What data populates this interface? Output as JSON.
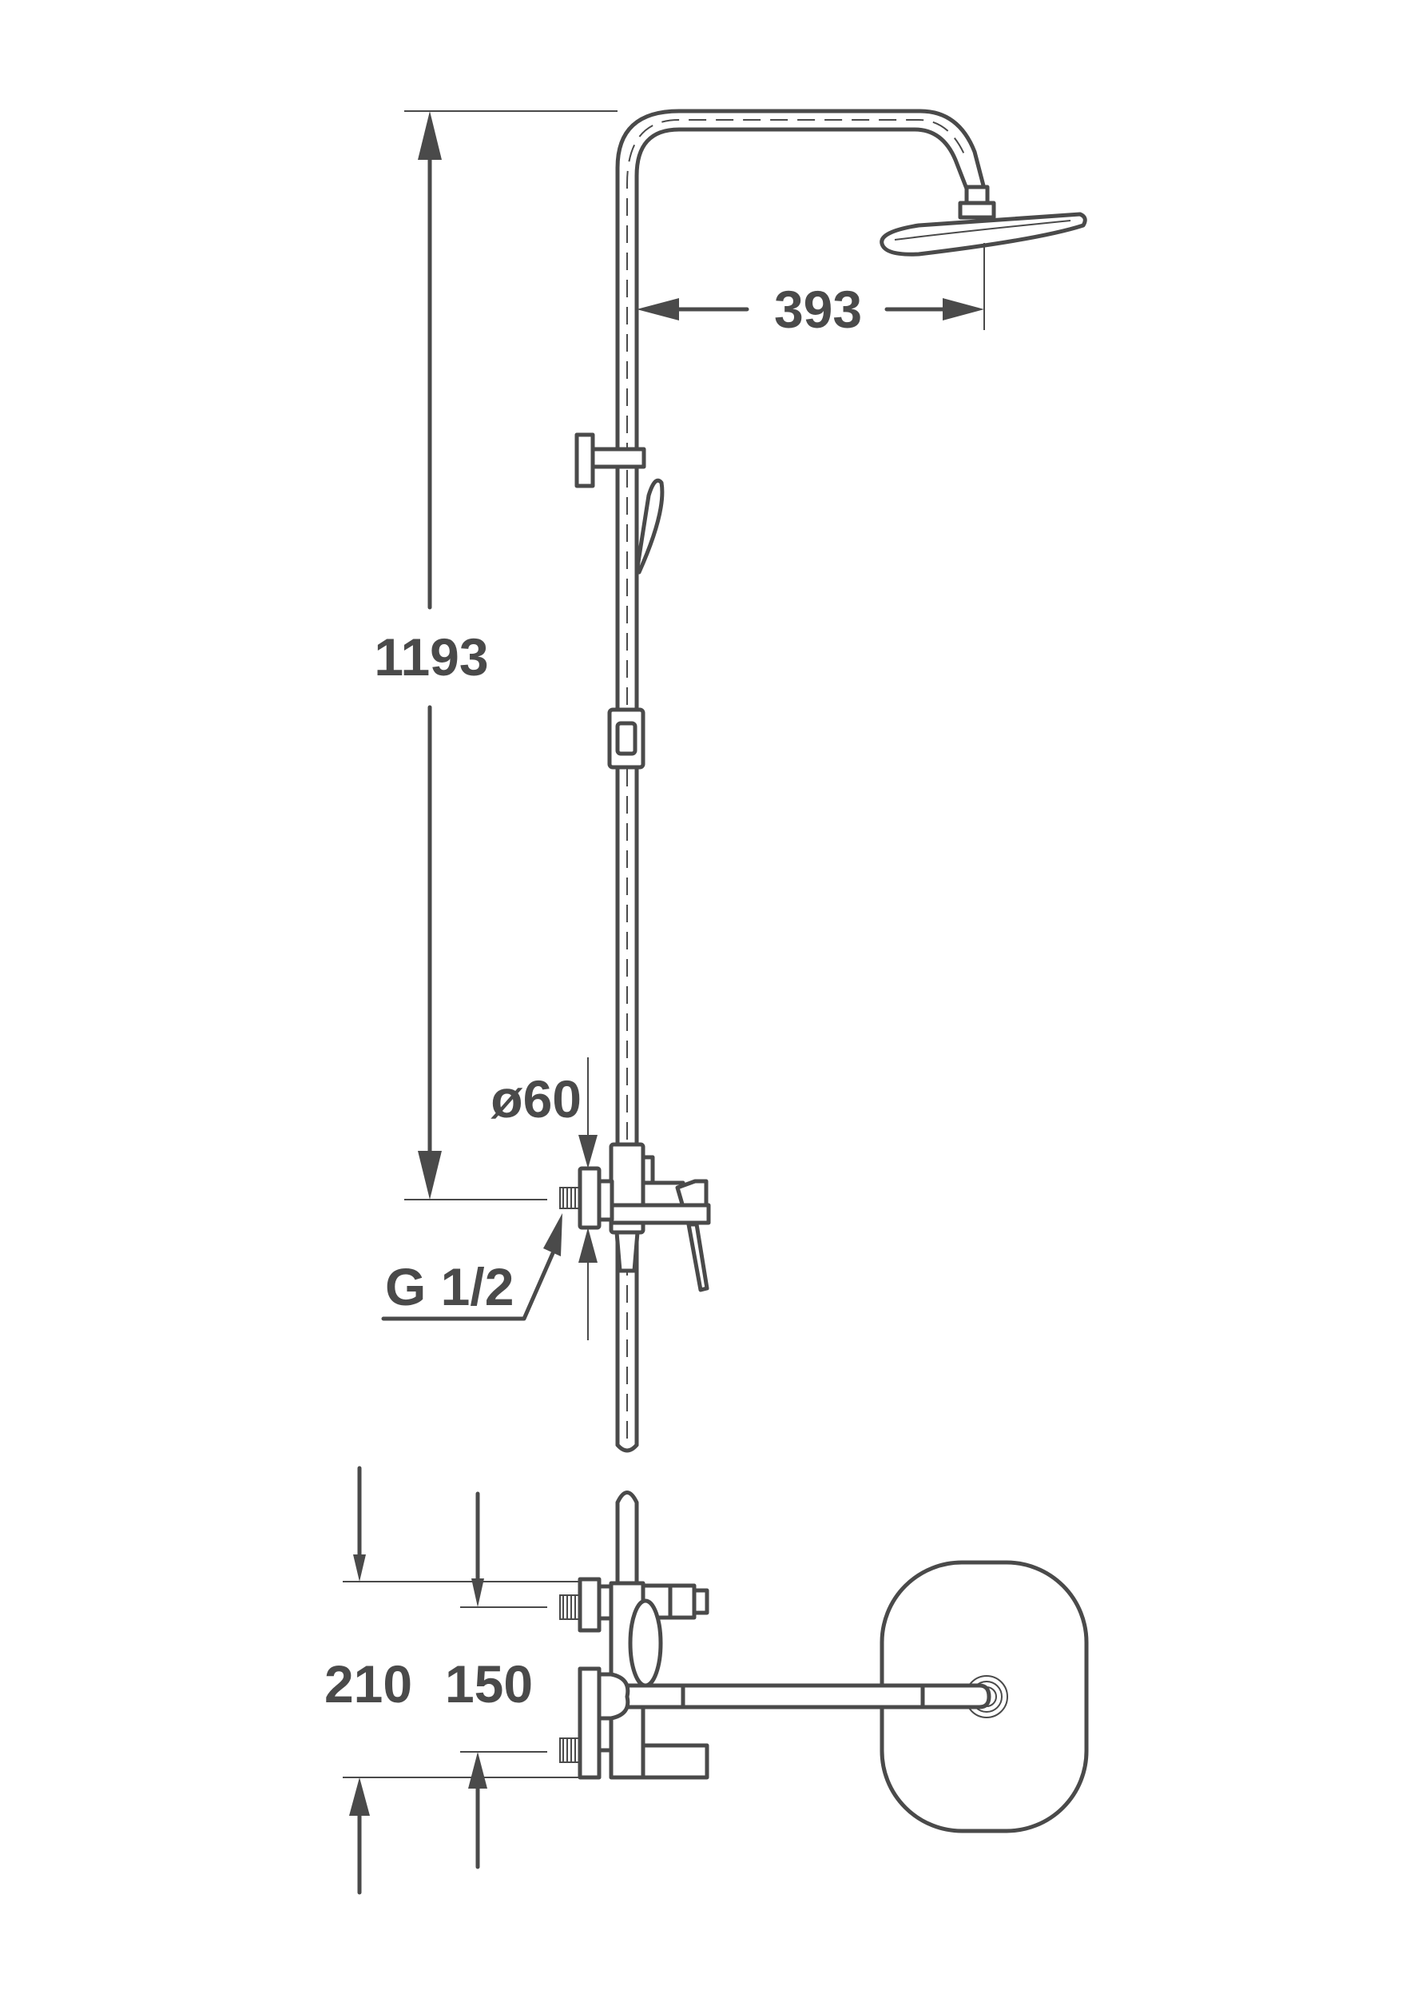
{
  "drawing": {
    "title": "Shower column dimensional drawing",
    "line_color": "#4a4a4a",
    "dimensions": {
      "total_height": "1193",
      "arm_reach": "393",
      "flange_diameter": "ø60",
      "thread": "G 1/2",
      "inlet_spacing_outer": "210",
      "inlet_spacing_inner": "150"
    }
  }
}
